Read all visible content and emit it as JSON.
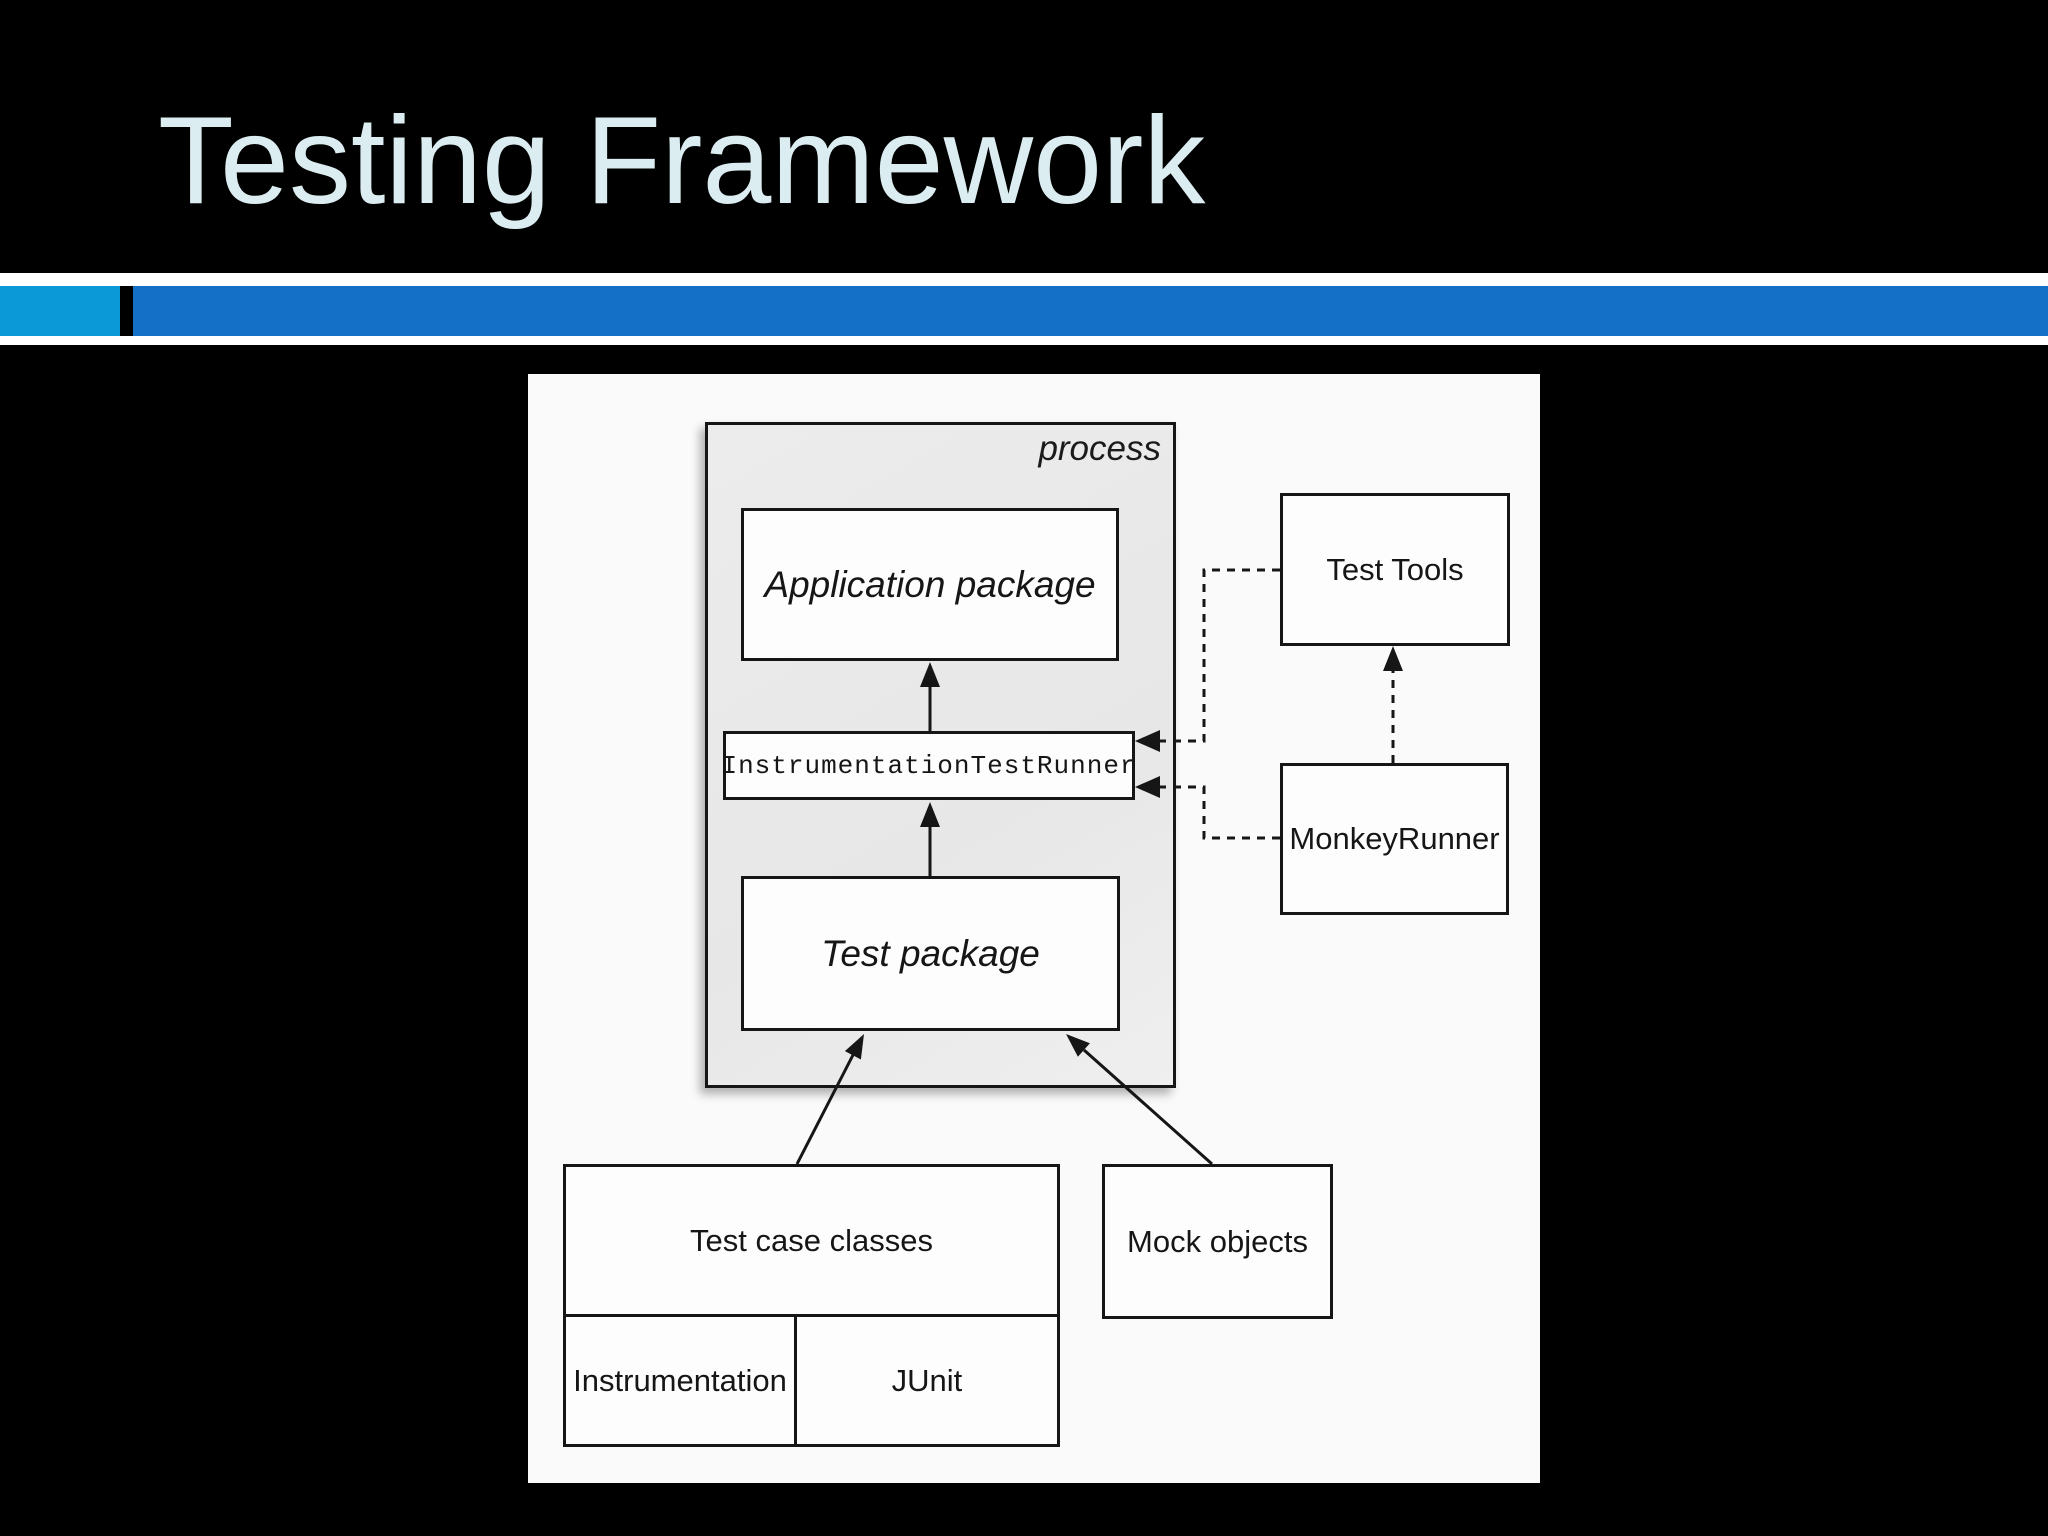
{
  "slide": {
    "title": "Testing Framework",
    "title_color": "#dcedf1",
    "accent_square_color": "#0b9ad7",
    "accent_bar_color": "#1370c6"
  },
  "diagram": {
    "process_label": "process",
    "boxes": {
      "application_package": "Application package",
      "instrumentation_test_runner": "InstrumentationTestRunner",
      "test_package": "Test package",
      "test_tools": "Test Tools",
      "monkey_runner": "MonkeyRunner",
      "test_case_classes": "Test case classes",
      "instrumentation": "Instrumentation",
      "junit": "JUnit",
      "mock_objects": "Mock objects"
    },
    "edges": [
      {
        "from": "instrumentation_test_runner",
        "to": "application_package",
        "style": "solid-arrow"
      },
      {
        "from": "test_package",
        "to": "instrumentation_test_runner",
        "style": "solid-arrow"
      },
      {
        "from": "test_case_classes",
        "to": "test_package",
        "style": "solid-arrow"
      },
      {
        "from": "mock_objects",
        "to": "test_package",
        "style": "solid-arrow"
      },
      {
        "from": "test_tools",
        "to": "instrumentation_test_runner",
        "style": "dashed-arrow"
      },
      {
        "from": "monkey_runner",
        "to": "instrumentation_test_runner",
        "style": "dashed-arrow"
      },
      {
        "from": "monkey_runner",
        "to": "test_tools",
        "style": "dashed-arrow"
      }
    ]
  }
}
